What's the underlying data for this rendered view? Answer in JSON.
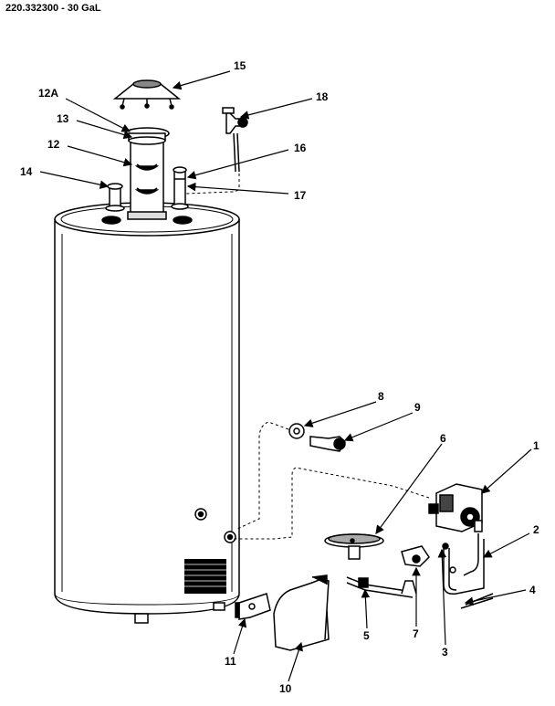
{
  "header": {
    "title": "220.332300 - 30 GaL"
  },
  "callouts": [
    {
      "id": "c15",
      "label": "15"
    },
    {
      "id": "c12A",
      "label": "12A"
    },
    {
      "id": "c18",
      "label": "18"
    },
    {
      "id": "c13",
      "label": "13"
    },
    {
      "id": "c12",
      "label": "12"
    },
    {
      "id": "c16",
      "label": "16"
    },
    {
      "id": "c14",
      "label": "14"
    },
    {
      "id": "c17",
      "label": "17"
    },
    {
      "id": "c8",
      "label": "8"
    },
    {
      "id": "c9",
      "label": "9"
    },
    {
      "id": "c6",
      "label": "6"
    },
    {
      "id": "c1",
      "label": "1"
    },
    {
      "id": "c2",
      "label": "2"
    },
    {
      "id": "c4",
      "label": "4"
    },
    {
      "id": "c5",
      "label": "5"
    },
    {
      "id": "c7",
      "label": "7"
    },
    {
      "id": "c3",
      "label": "3"
    },
    {
      "id": "c11",
      "label": "11"
    },
    {
      "id": "c10",
      "label": "10"
    }
  ]
}
